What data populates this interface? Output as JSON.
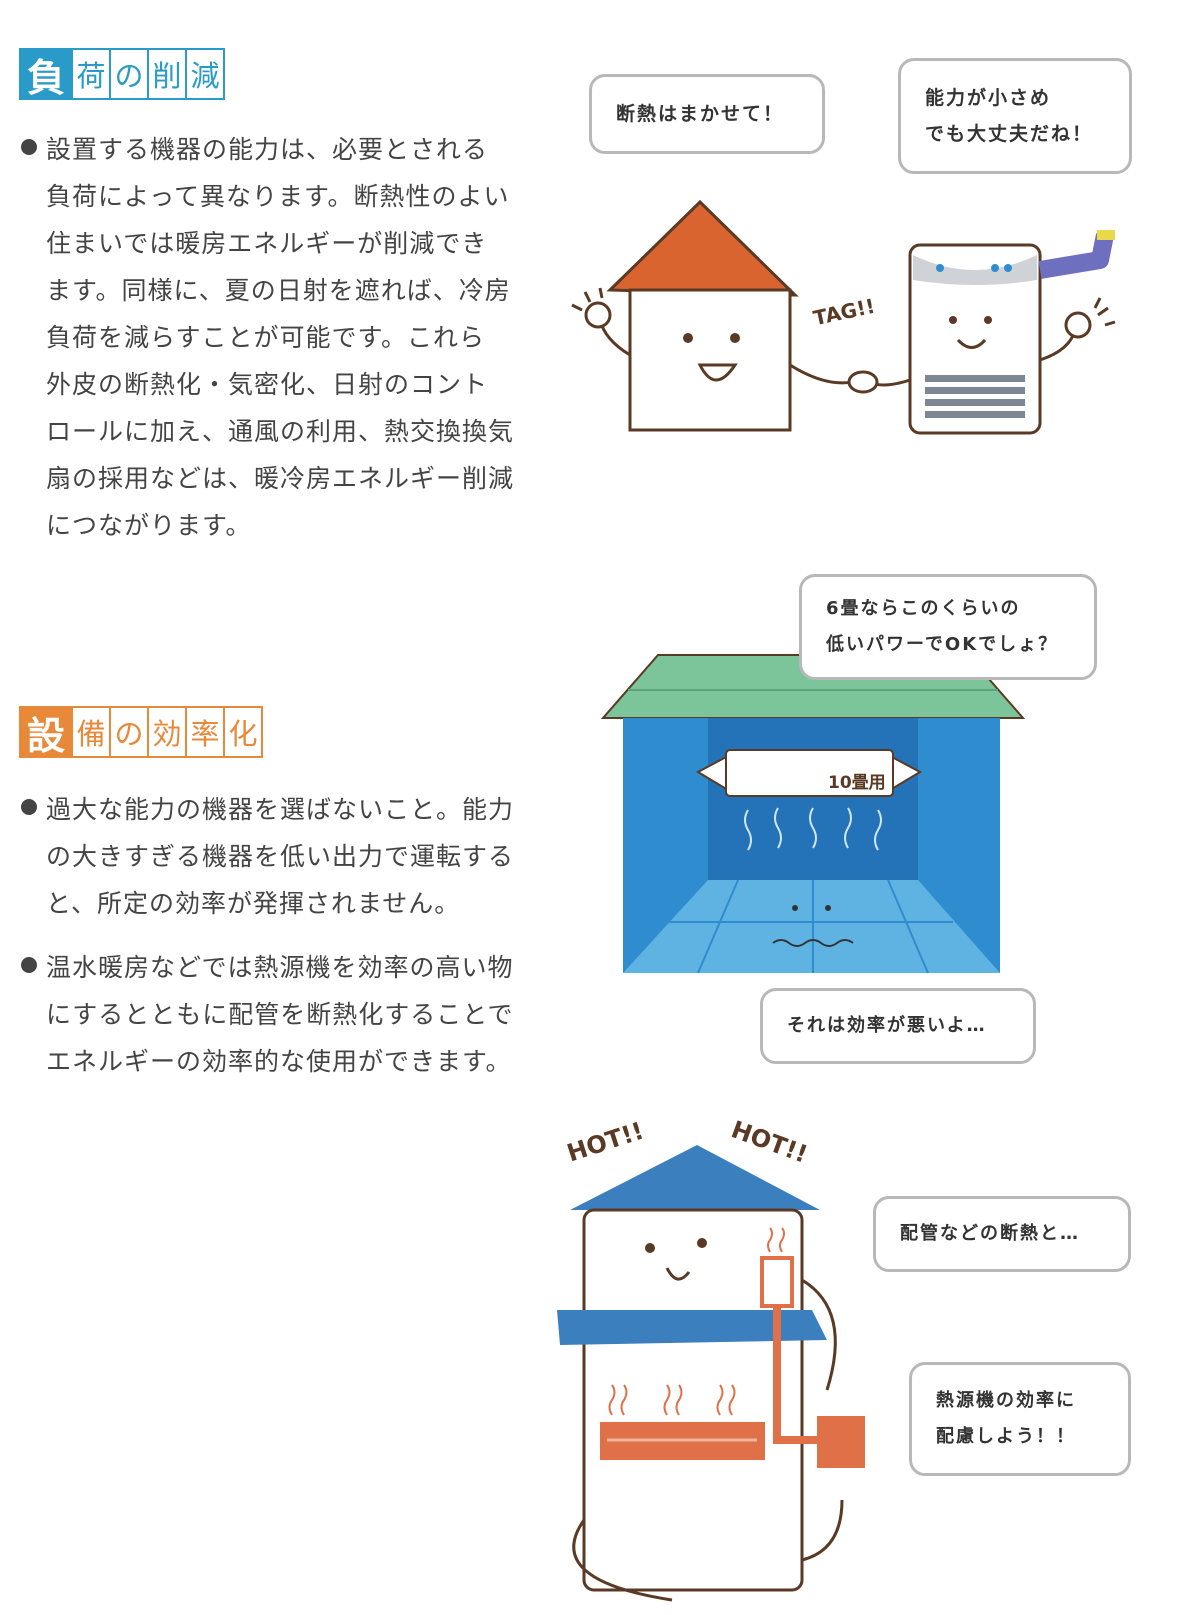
{
  "section1": {
    "heading": {
      "big": "負",
      "chars": [
        "荷",
        "の",
        "削",
        "減"
      ]
    },
    "lines": [
      "設置する機器の能力は、必要とされる",
      "負荷によって異なります。断熱性のよい",
      "住まいでは暖房エネルギーが削減でき",
      "ます。同様に、夏の日射を遮れば、冷房",
      "負荷を減らすことが可能です。これら",
      "外皮の断熱化・気密化、日射のコント",
      "ロールに加え、通風の利用、熱交換換気",
      "扇の採用などは、暖冷房エネルギー削減",
      "につながります。"
    ]
  },
  "section2": {
    "heading": {
      "big": "設",
      "chars": [
        "備",
        "の",
        "効",
        "率",
        "化"
      ]
    },
    "para1": [
      "過大な能力の機器を選ばないこと。能力",
      "の大きすぎる機器を低い出力で運転する",
      "と、所定の効率が発揮されません。"
    ],
    "para2": [
      "温水暖房などでは熱源機を効率の高い物",
      "にするとともに配管を断熱化することで",
      "エネルギーの効率的な使用ができます。"
    ]
  },
  "illus1": {
    "bubble_left": "断熱はまかせて！",
    "bubble_right": [
      "能力が小さめ",
      "でも大丈夫だね！"
    ],
    "sfx": "TAG!!"
  },
  "illus2": {
    "bubble_top": [
      "6畳ならこのくらいの",
      "低いパワーでOKでしょ？"
    ],
    "unit_label": "10畳用",
    "bubble_bottom": "それは効率が悪いよ…"
  },
  "illus3": {
    "sfx_left": "HOT!!",
    "sfx_right": "HOT!!",
    "bubble_top": "配管などの断熱と…",
    "bubble_bottom": [
      "熱源機の効率に",
      "配慮しよう！！"
    ]
  },
  "colors": {
    "heading_blue": "#2a9ac9",
    "heading_orange": "#e8893a",
    "roof_orange": "#d9642f",
    "roof_green": "#7cc59a",
    "room_blue": "#2f8ccf",
    "roof_blue": "#3b7fbf",
    "pipe_orange": "#e07048"
  }
}
